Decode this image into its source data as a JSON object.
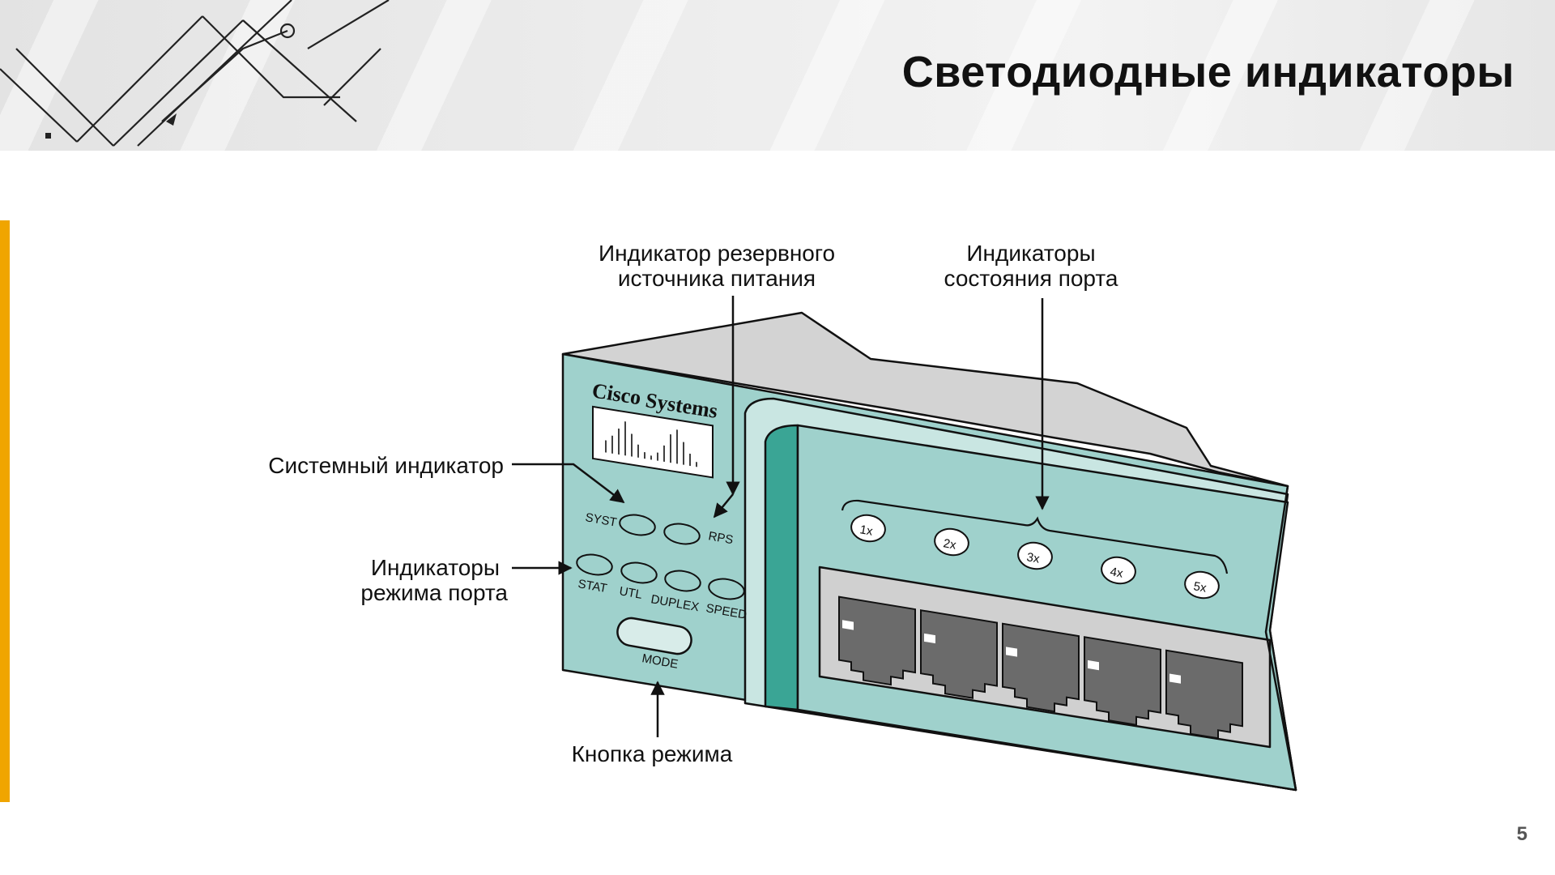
{
  "slide": {
    "title": "Светодиодные индикаторы",
    "page_number": "5"
  },
  "callouts": {
    "rps_line1": "Индикатор резервного",
    "rps_line2": "источника питания",
    "port_status_line1": "Индикаторы",
    "port_status_line2": "состояния порта",
    "system": "Системный индикатор",
    "port_mode_line1": "Индикаторы",
    "port_mode_line2": "режима порта",
    "mode_button": "Кнопка режима"
  },
  "panel": {
    "brand_line1": "Cisco",
    "brand_line2": "Systems",
    "led_syst": "SYST",
    "led_rps": "RPS",
    "led_stat": "STAT",
    "led_utl": "UTL",
    "led_duplex": "DUPLEX",
    "led_speed": "SPEED",
    "mode_label": "MODE",
    "ports": [
      "1x",
      "2x",
      "3x",
      "4x",
      "5x"
    ]
  },
  "colors": {
    "chassis": "#9fd1cc",
    "chassis_dark": "#3aa595",
    "top_surface": "#d3d3d3",
    "accent": "#f0a500",
    "port": "#6b6b6b"
  }
}
